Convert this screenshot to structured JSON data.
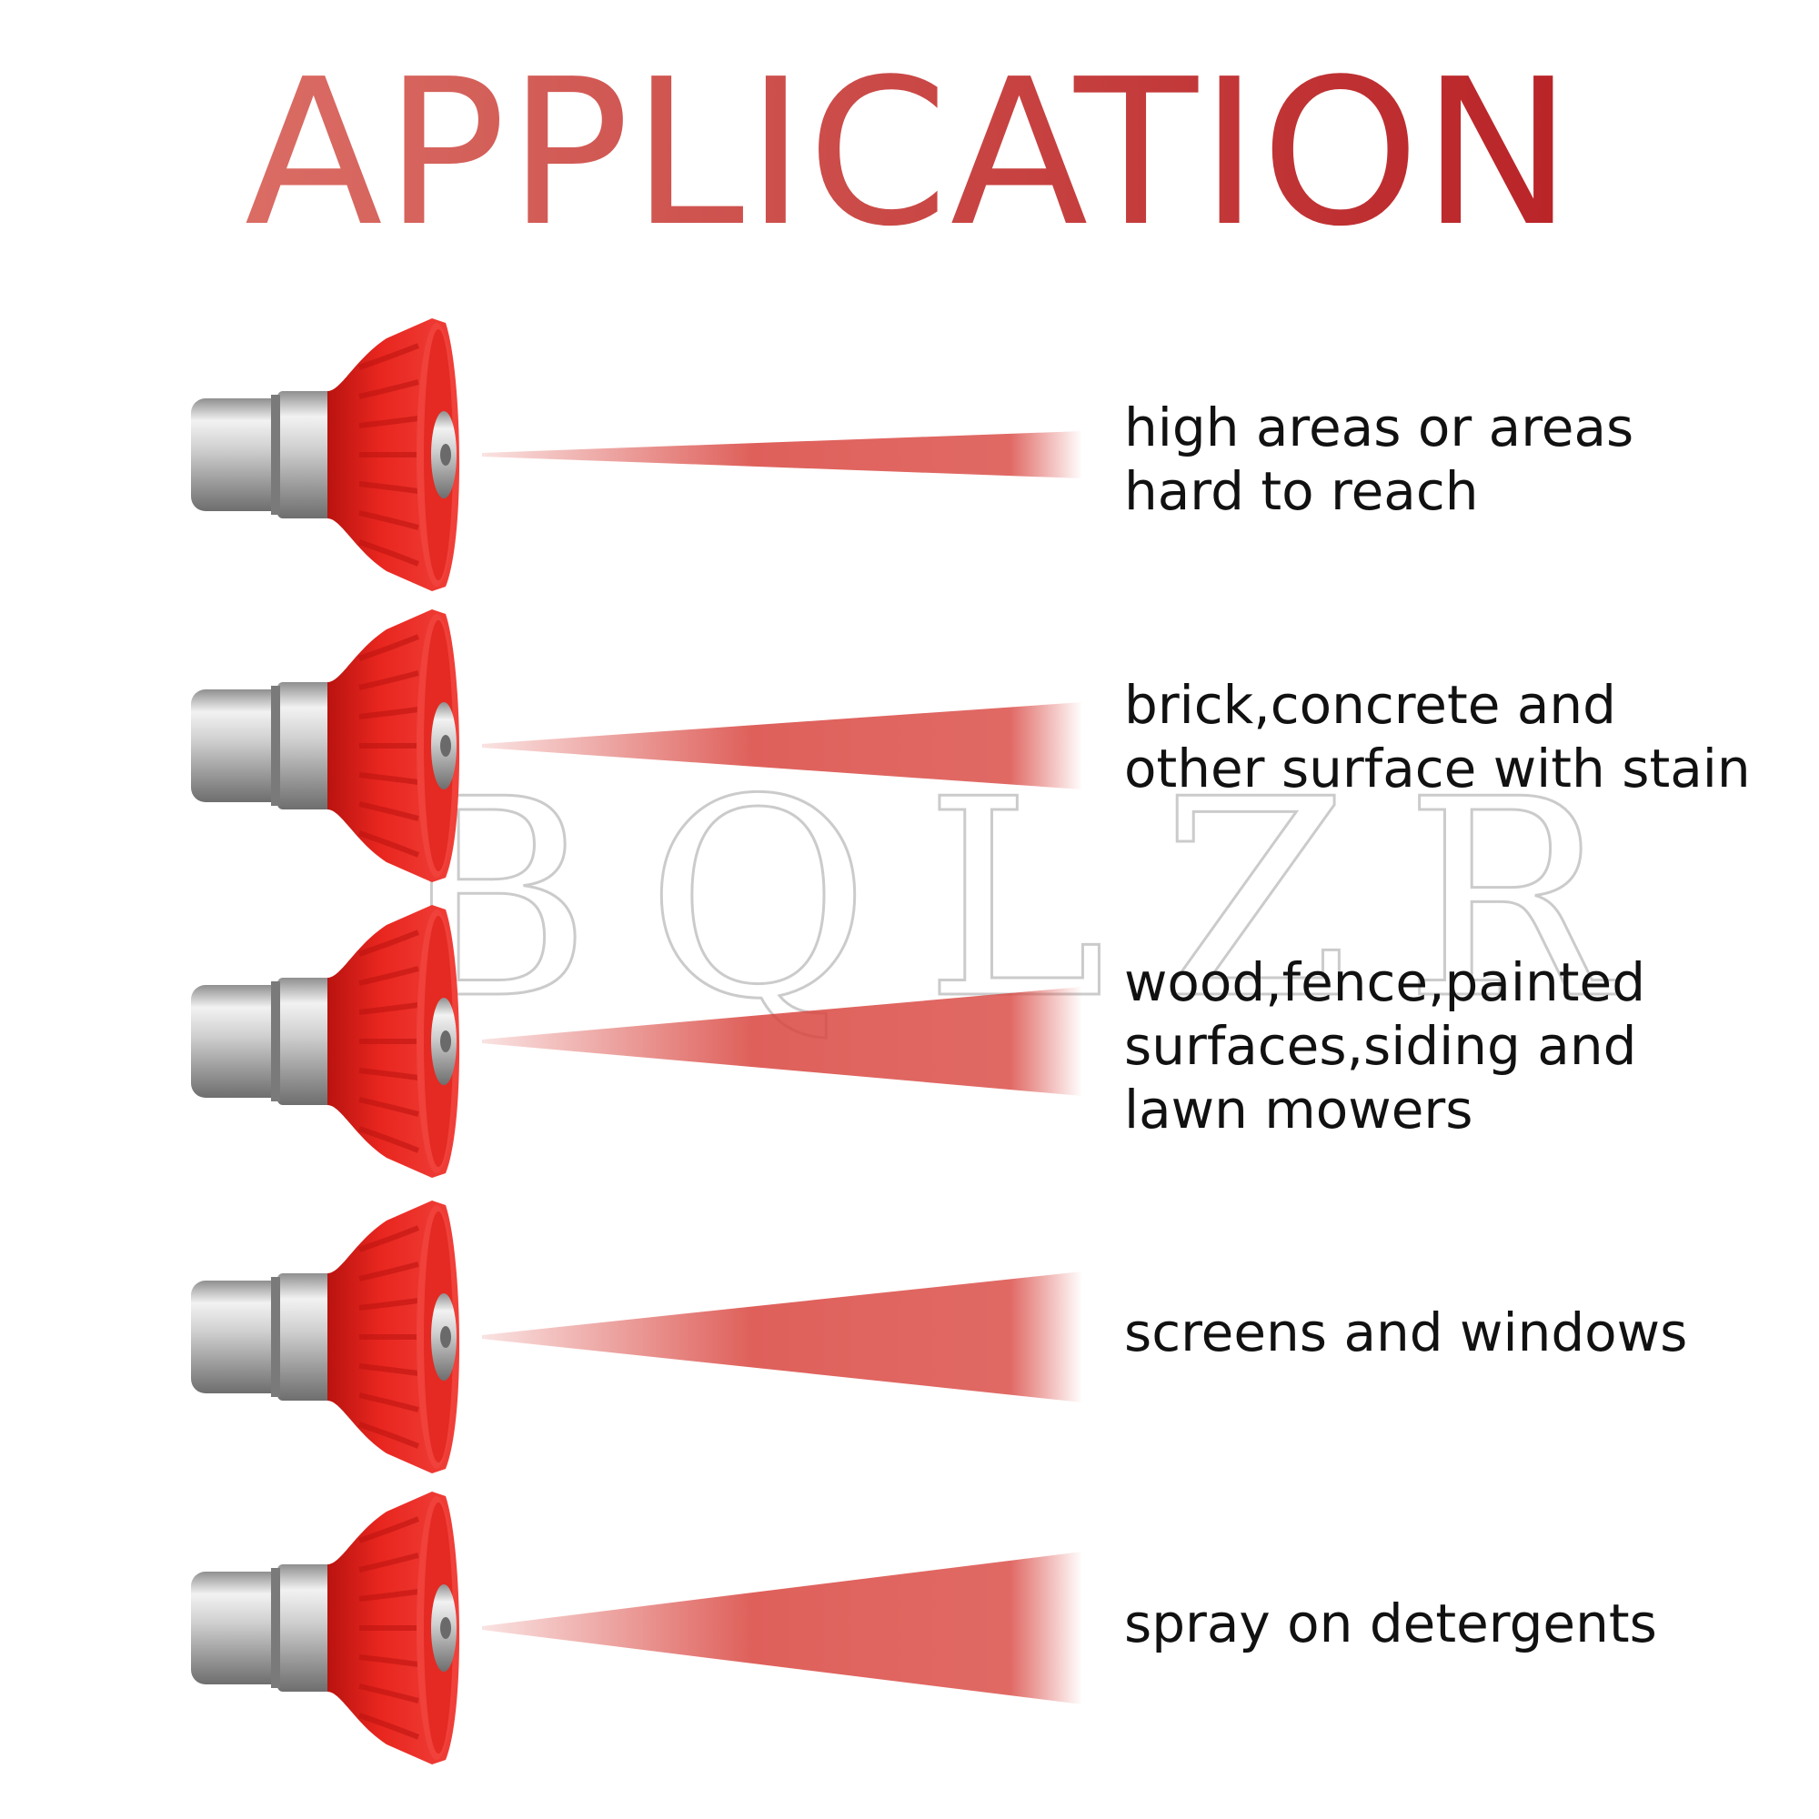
{
  "title": "APPLICATION",
  "watermark": "BQLZR",
  "colors": {
    "title_start": "#e07a70",
    "title_end": "#b3161c",
    "nozzle_red": "#e8261f",
    "nozzle_dark": "#b9130f",
    "spray": "#d9443e",
    "metal": "#c9c9c9"
  },
  "applications": [
    {
      "id": "high-areas",
      "lines": [
        "high areas or areas",
        "hard to reach"
      ]
    },
    {
      "id": "brick-concrete",
      "lines": [
        "brick,concrete and",
        "other surface with stain"
      ]
    },
    {
      "id": "wood-fence",
      "lines": [
        "wood,fence,painted",
        "surfaces,siding and",
        "lawn mowers"
      ]
    },
    {
      "id": "screens-windows",
      "lines": [
        "screens and windows"
      ]
    },
    {
      "id": "detergents",
      "lines": [
        "spray on detergents"
      ]
    }
  ]
}
